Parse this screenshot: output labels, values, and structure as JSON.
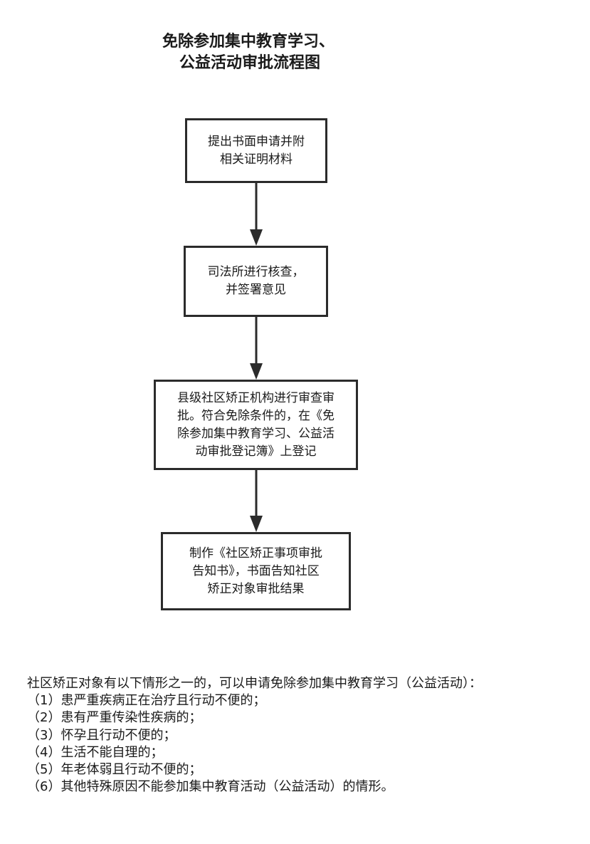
{
  "title": {
    "line1": "免除参加集中教育学习、",
    "line2": "公益活动审批流程图"
  },
  "steps": [
    {
      "lines": [
        "提出书面申请并附",
        "相关证明材料"
      ]
    },
    {
      "lines": [
        "司法所进行核查，",
        "并签署意见"
      ]
    },
    {
      "lines": [
        "县级社区矫正机构进行审查审",
        "批。符合免除条件的，在《免",
        "除参加集中教育学习、公益活",
        "动审批登记簿》上登记"
      ]
    },
    {
      "lines": [
        "制作《社区矫正事项审批",
        "告知书》，书面告知社区",
        "矫正对象审批结果"
      ]
    }
  ],
  "notes": {
    "intro": "社区矫正对象有以下情形之一的，可以申请免除参加集中教育学习（公益活动）：",
    "items": [
      "（1）患严重疾病正在治疗且行动不便的；",
      "（2）患有严重传染性疾病的；",
      "（3）怀孕且行动不便的；",
      "（4）生活不能自理的；",
      "（5）年老体弱且行动不便的；",
      "（6）其他特殊原因不能参加集中教育活动（公益活动）的情形。"
    ]
  },
  "colors": {
    "stroke": "#2b2b2b",
    "text": "#1a1a1a"
  }
}
